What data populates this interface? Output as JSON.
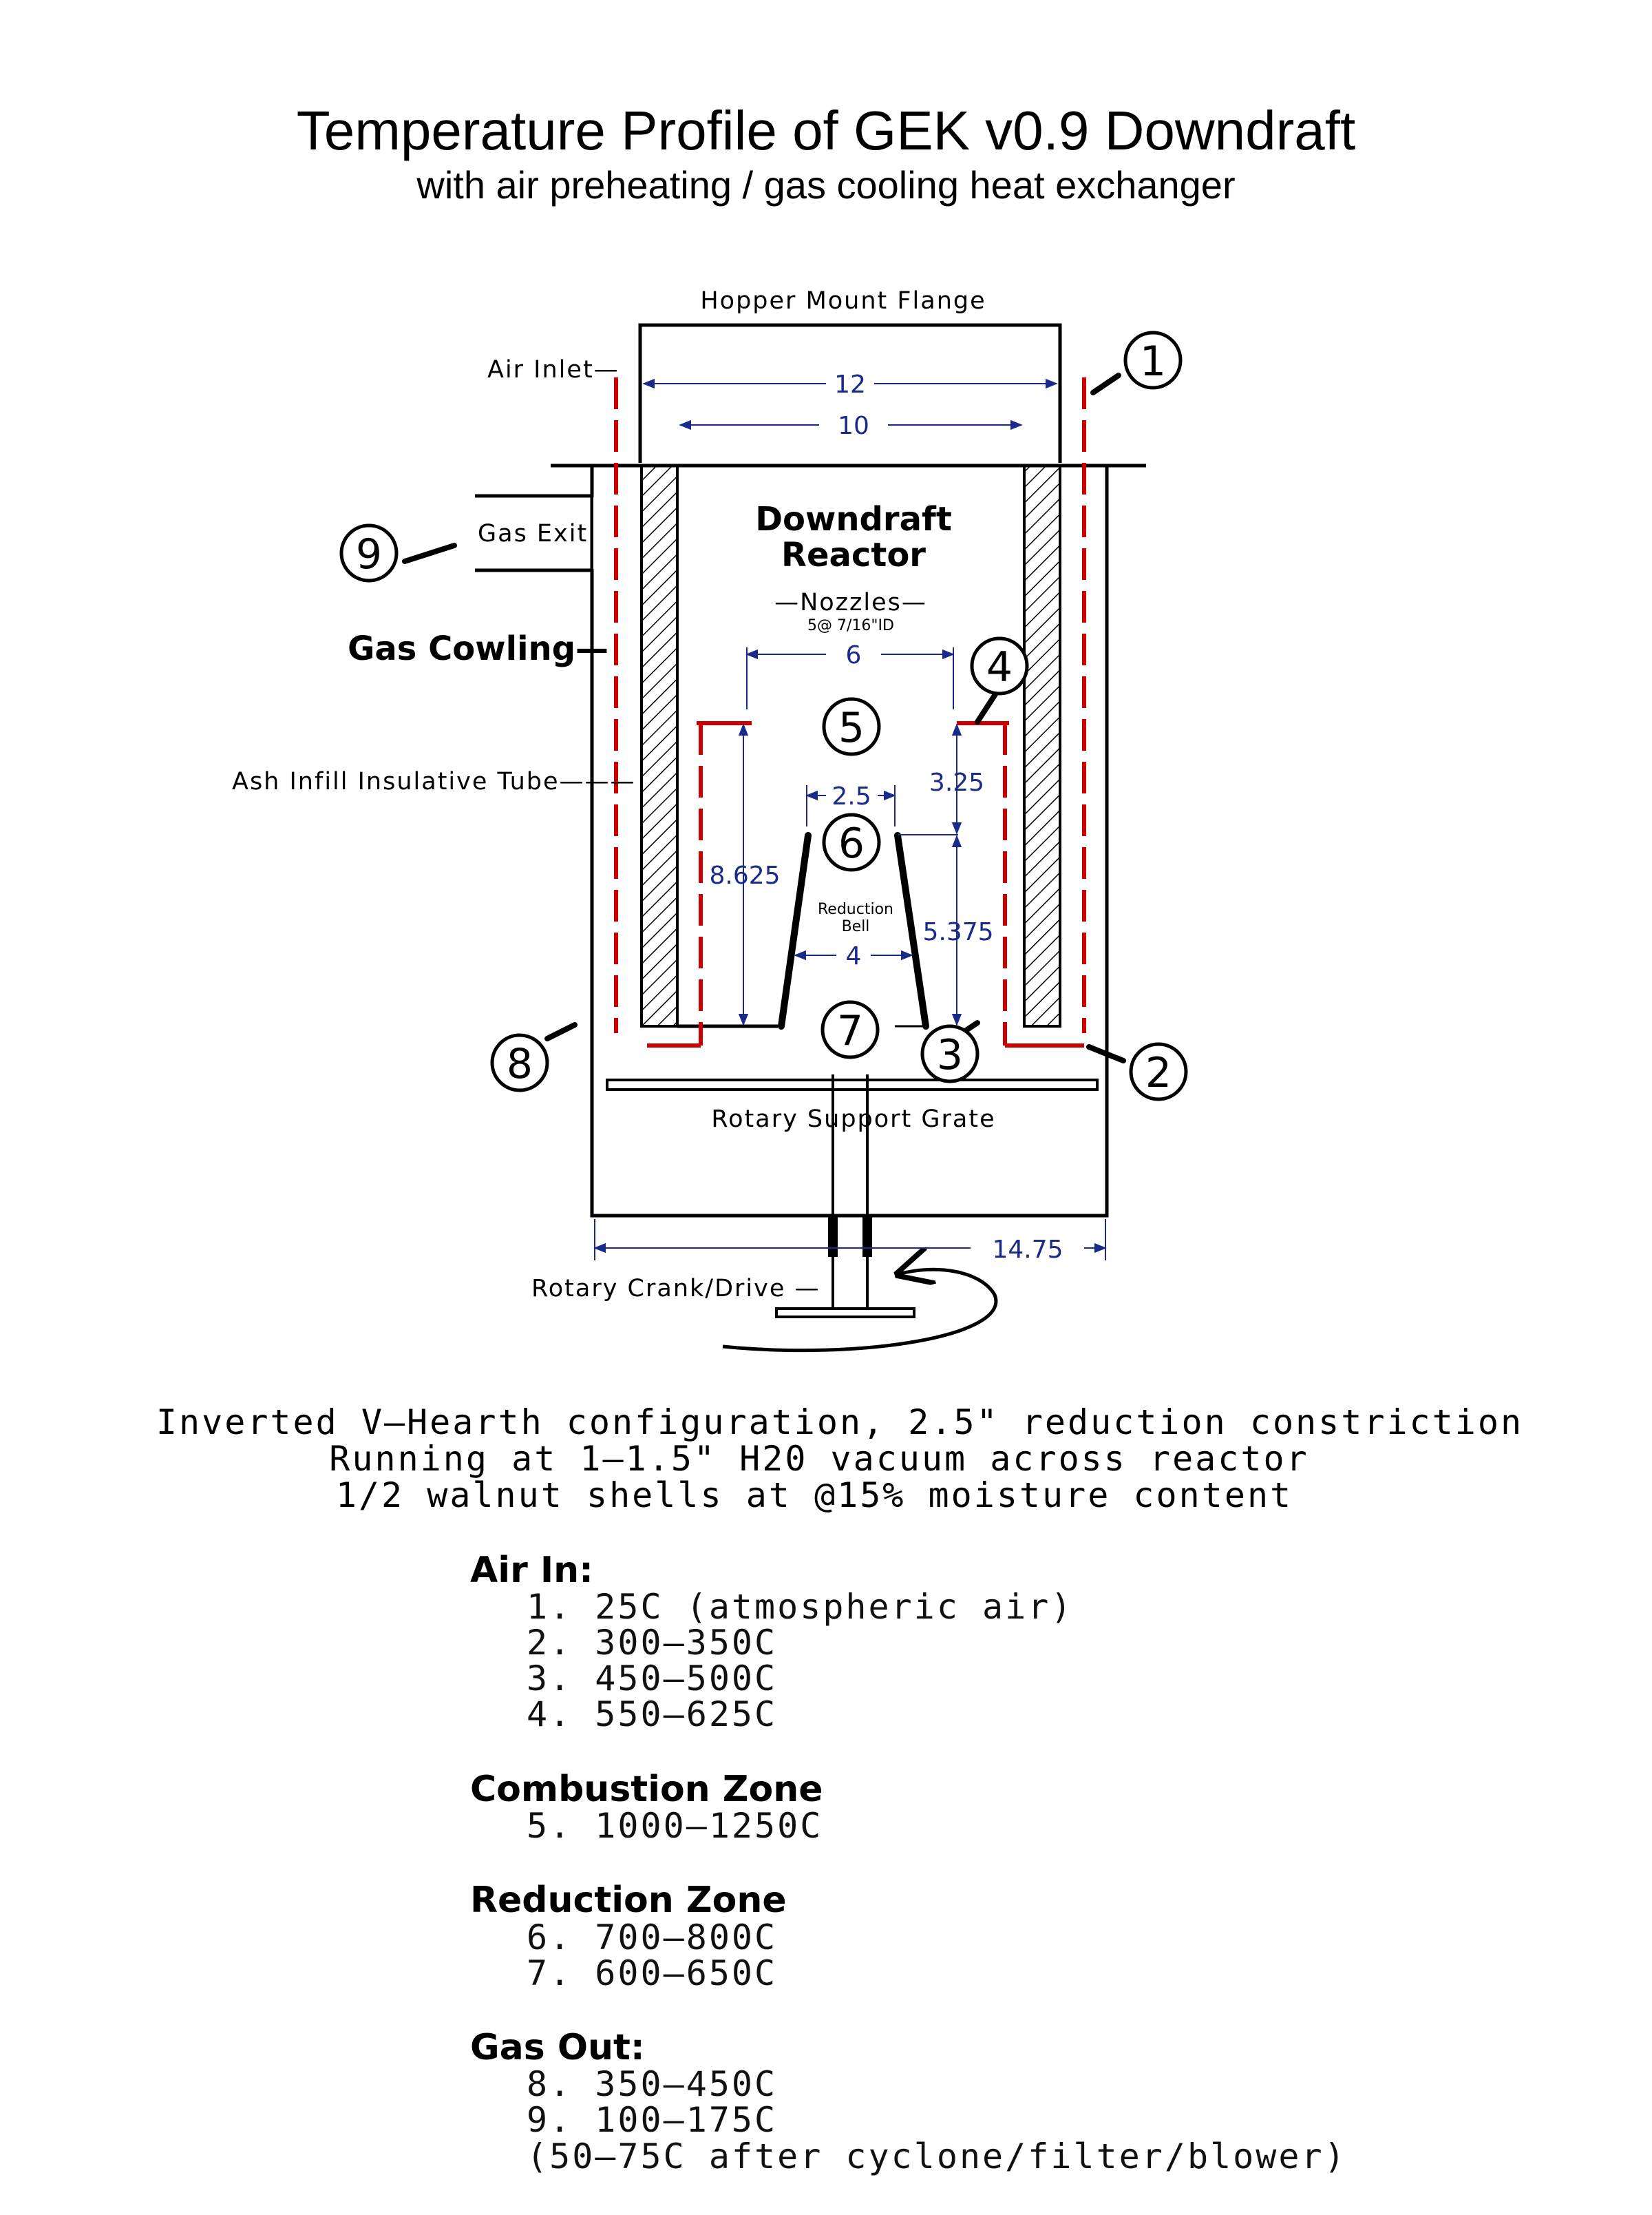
{
  "title": "Temperature Profile of GEK v0.9 Downdraft",
  "subtitle": "with air preheating / gas cooling heat exchanger",
  "labels": {
    "hopper_flange": "Hopper Mount Flange",
    "air_inlet": "Air Inlet—",
    "gas_exit": "Gas Exit",
    "gas_cowling": "Gas Cowling—",
    "reactor_line1": "Downdraft",
    "reactor_line2": "Reactor",
    "nozzles": "—Nozzles—",
    "nozzles_spec": "5@ 7/16\"ID",
    "ash_tube": "Ash Infill Insulative Tube———",
    "bell_line1": "Reduction",
    "bell_line2": "Bell",
    "grate": "Rotary Support Grate",
    "crank": "Rotary Crank/Drive —"
  },
  "dimensions": {
    "d12": "12",
    "d10": "10",
    "d6": "6",
    "d2_5": "2.5",
    "d3_25": "3.25",
    "d8_625": "8.625",
    "d5_375": "5.375",
    "d4": "4",
    "d14_75": "14.75"
  },
  "markers": [
    "1",
    "2",
    "3",
    "4",
    "5",
    "6",
    "7",
    "8",
    "9"
  ],
  "notes": [
    "Inverted V—Hearth configuration, 2.5\" reduction constriction",
    "Running at 1—1.5\" H20 vacuum across reactor",
    "1/2 walnut shells at @15% moisture content"
  ],
  "sections": [
    {
      "heading": "Air In:",
      "items": [
        "1. 25C (atmospheric air)",
        "2. 300—350C",
        "3. 450—500C",
        "4. 550—625C"
      ]
    },
    {
      "heading": "Combustion Zone",
      "items": [
        "5. 1000—1250C"
      ]
    },
    {
      "heading": "Reduction Zone",
      "items": [
        "6. 700—800C",
        "7. 600—650C"
      ]
    },
    {
      "heading": "Gas Out:",
      "items": [
        "8. 350—450C",
        "9. 100—175C",
        "(50—75C after cyclone/filter/blower)"
      ]
    }
  ],
  "colors": {
    "air_path": "#cc0000",
    "dimension": "#1a2a8a",
    "line": "#000000"
  }
}
